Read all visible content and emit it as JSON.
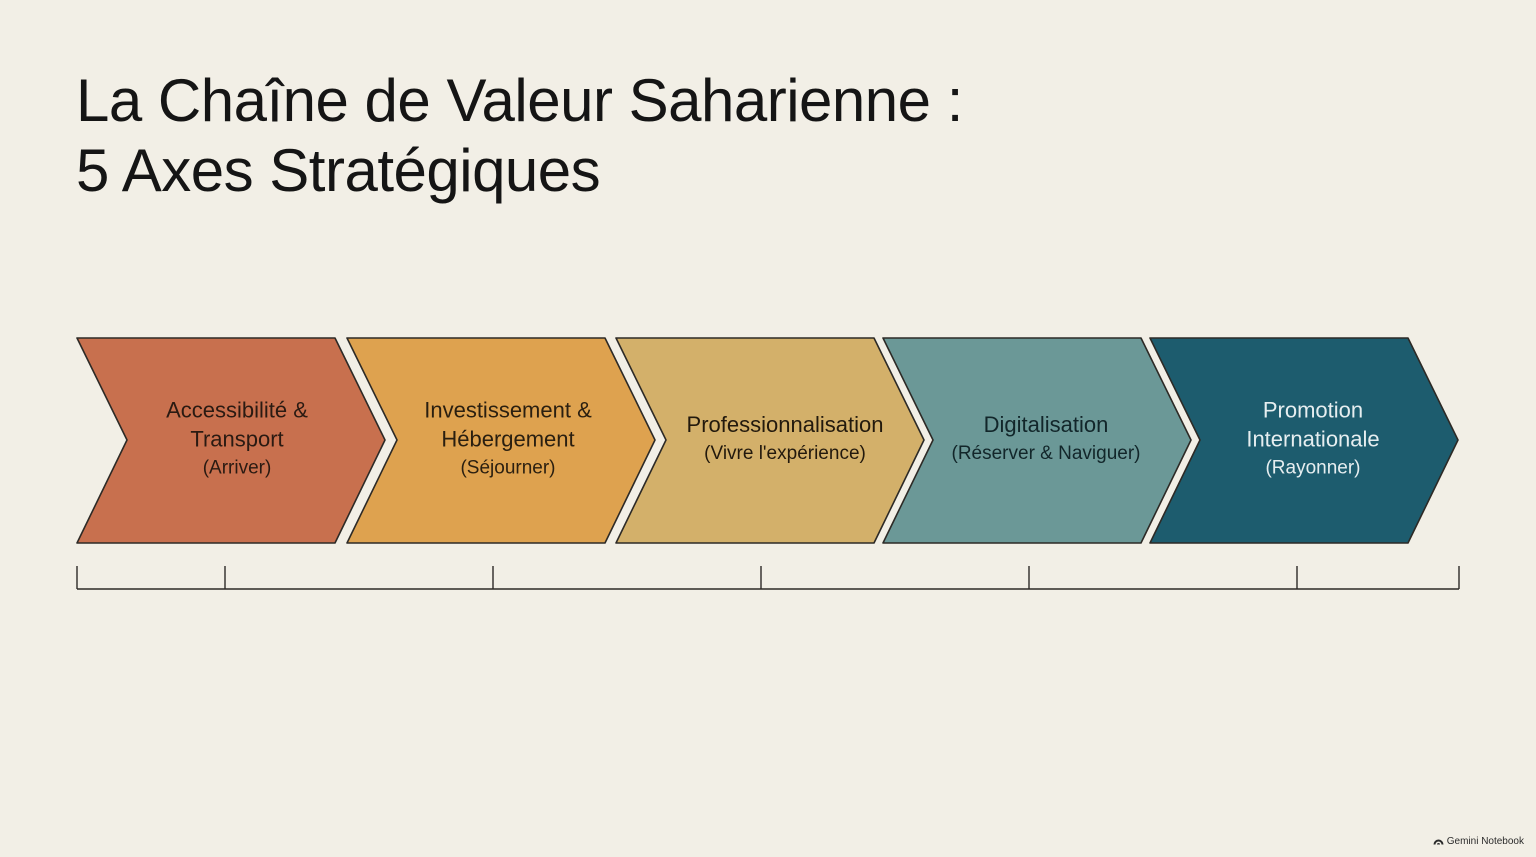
{
  "title": {
    "line1": "La Chaîne de Valeur Saharienne :",
    "line2": "5 Axes Stratégiques"
  },
  "axes": [
    {
      "lines": [
        "Accessibilité &",
        "Transport"
      ],
      "sub": "(Arriver)",
      "color": "#c8704e",
      "text_color": "#2a1a12"
    },
    {
      "lines": [
        "Investissement &",
        "Hébergement"
      ],
      "sub": "(Séjourner)",
      "color": "#dea24f",
      "text_color": "#2a1f10"
    },
    {
      "lines": [
        "Professionnalisation"
      ],
      "sub": "(Vivre l'expérience)",
      "color": "#d3b06a",
      "text_color": "#22190d"
    },
    {
      "lines": [
        "Digitalisation"
      ],
      "sub": "(Réserver & Naviguer)",
      "color": "#6b9897",
      "text_color": "#12262a"
    },
    {
      "lines": [
        "Promotion",
        "Internationale"
      ],
      "sub": "(Rayonner)",
      "color": "#1d5c6e",
      "text_color": "#e6eef0"
    }
  ],
  "outline_color": "#2d2a26",
  "watermark": {
    "text": "Gemini Notebook",
    "icon": "notebook-icon"
  }
}
